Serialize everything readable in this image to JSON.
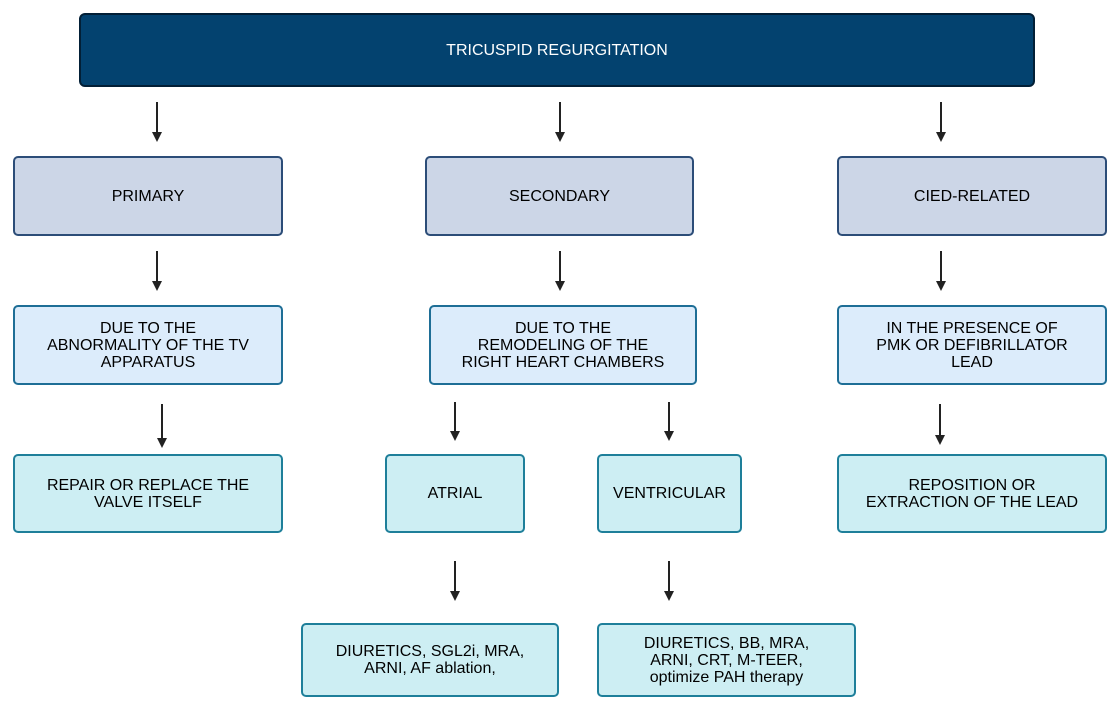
{
  "title": "TRICUSPID REGURGITATION",
  "primary": {
    "category": "PRIMARY",
    "mechanism": [
      "DUE TO THE",
      "ABNORMALITY OF THE TV",
      "APPARATUS"
    ],
    "treatment": [
      "REPAIR OR REPLACE THE",
      "VALVE ITSELF"
    ]
  },
  "secondary": {
    "category": "SECONDARY",
    "mechanism": [
      "DUE TO THE",
      "REMODELING OF THE",
      "RIGHT HEART CHAMBERS"
    ],
    "atrial": {
      "label": "ATRIAL",
      "treatment": [
        "DIURETICS, SGL2i, MRA,",
        "ARNI, AF ablation,"
      ]
    },
    "ventricular": {
      "label": "VENTRICULAR",
      "treatment": [
        "DIURETICS, BB, MRA,",
        "ARNI, CRT, M-TEER,",
        "optimize PAH therapy"
      ]
    }
  },
  "cied": {
    "category": "CIED-RELATED",
    "mechanism": [
      "IN THE PRESENCE OF",
      "PMK OR DEFIBRILLATOR",
      "LEAD"
    ],
    "treatment": [
      "REPOSITION OR",
      "EXTRACTION OF THE LEAD"
    ]
  },
  "colors": {
    "title_fill": "#03426f",
    "category_fill": "#ccd6e7",
    "mechanism_fill": "#dcecfb",
    "treatment_fill": "#cdeef3",
    "arrow": "#222222"
  }
}
